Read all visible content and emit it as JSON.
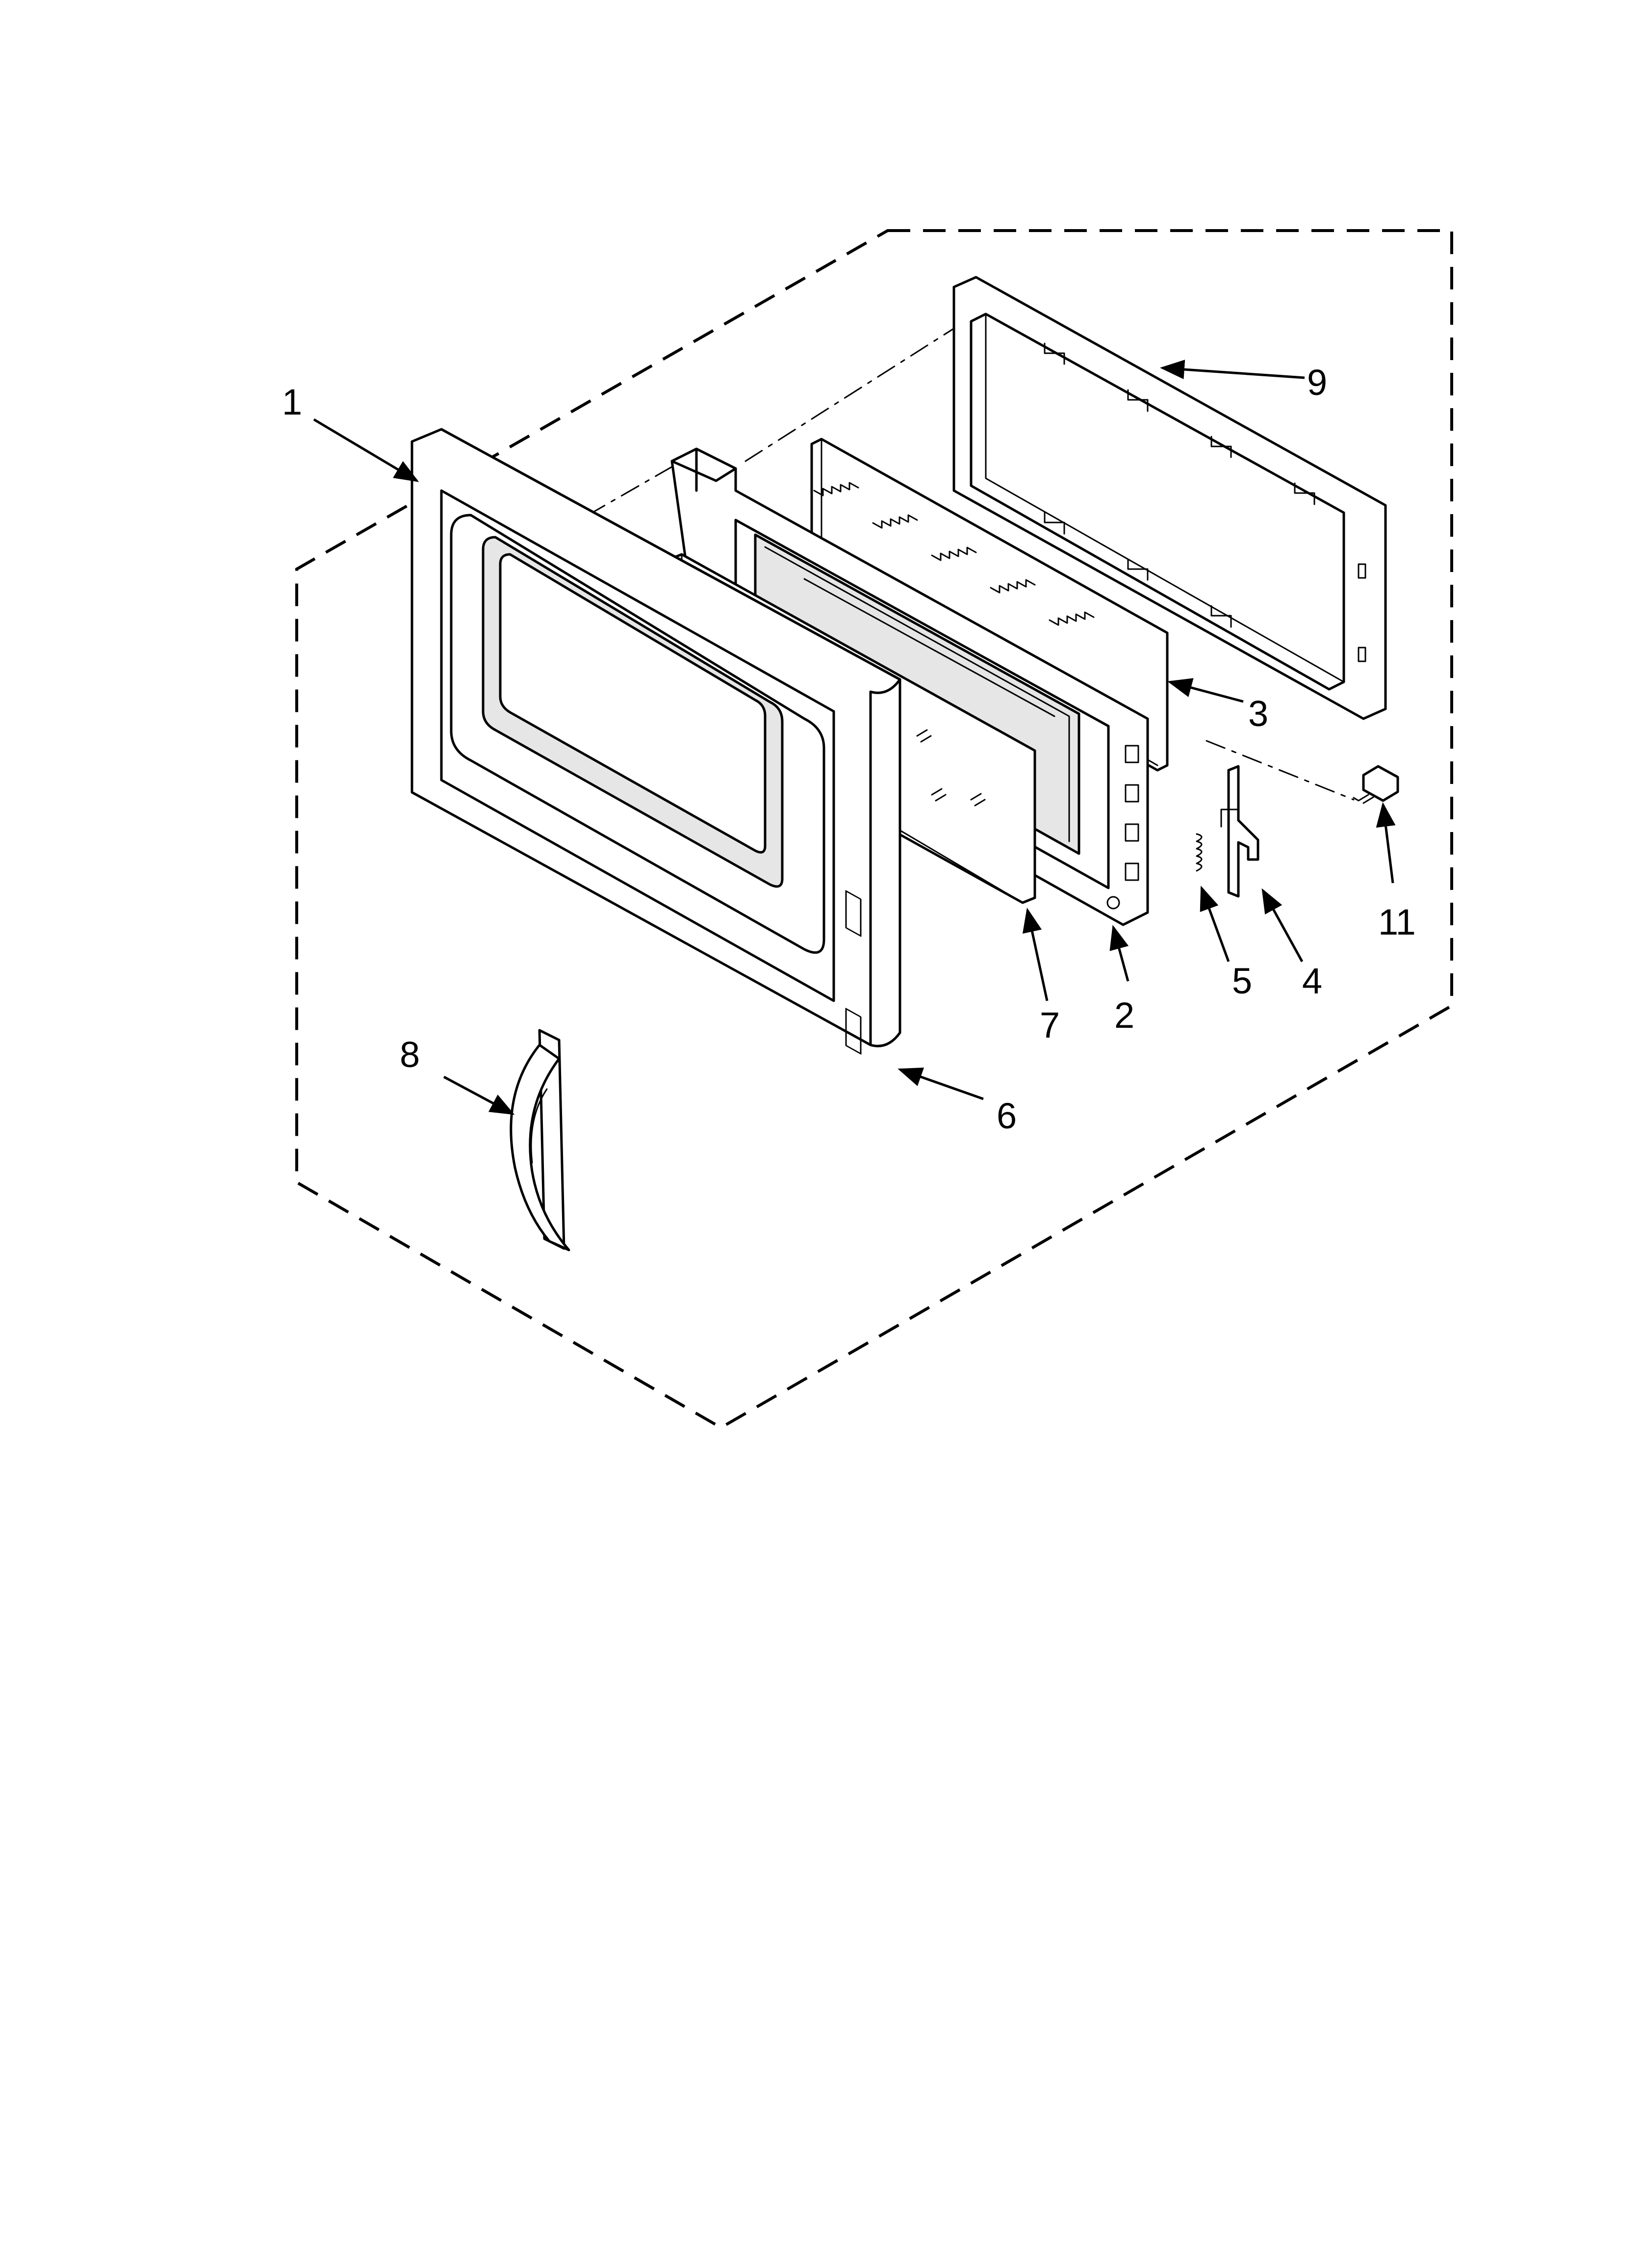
{
  "diagram": {
    "callouts": [
      {
        "id": "1",
        "label": "1"
      },
      {
        "id": "2",
        "label": "2"
      },
      {
        "id": "3",
        "label": "3"
      },
      {
        "id": "4",
        "label": "4"
      },
      {
        "id": "5",
        "label": "5"
      },
      {
        "id": "6",
        "label": "6"
      },
      {
        "id": "7",
        "label": "7"
      },
      {
        "id": "8",
        "label": "8"
      },
      {
        "id": "9",
        "label": "9"
      },
      {
        "id": "11",
        "label": "11"
      }
    ]
  }
}
